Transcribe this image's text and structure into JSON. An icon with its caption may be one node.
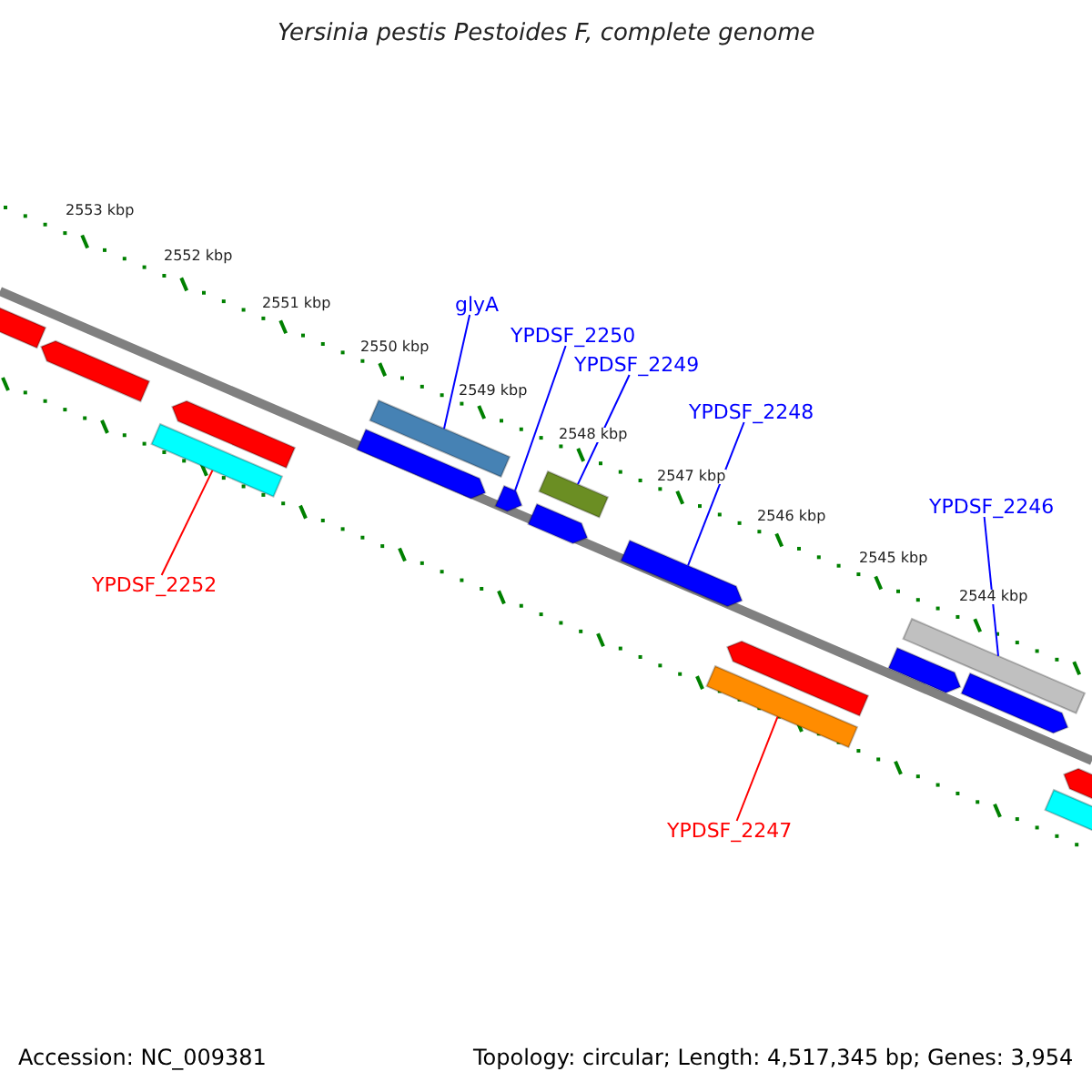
{
  "diagram": {
    "title": "Yersinia pestis Pestoides F, complete genome",
    "nodes": [
      {
        "text": [
          "glyA"
        ]
      },
      {
        "text": [
          "YPDSF_2250"
        ]
      },
      {
        "text": [
          "YPDSF_2249"
        ]
      },
      {
        "text": [
          "YPDSF_2248"
        ]
      },
      {
        "text": [
          "YPDSF_2246"
        ]
      },
      {
        "text": [
          "YPDSF_2252"
        ]
      },
      {
        "text": [
          "YPDSF_2247"
        ]
      },
      {
        "text": [],
        "shape": "bar"
      },
      {
        "text": [],
        "shape": "bar"
      },
      {
        "text": [],
        "shape": "bar"
      },
      {
        "text": [],
        "shape": "bar"
      },
      {
        "text": [],
        "shape": "bar"
      },
      {
        "text": [],
        "shape": "bar"
      },
      {
        "text": [],
        "shape": "bar"
      },
      {
        "text": [],
        "shape": "bar"
      },
      {
        "text": [],
        "shape": "bar"
      },
      {
        "text": [],
        "shape": "bar"
      },
      {
        "text": [],
        "shape": "bar"
      },
      {
        "text": [],
        "shape": "bar"
      },
      {
        "text": [],
        "shape": "bar"
      },
      {
        "text": [],
        "shape": "bar"
      },
      {
        "text": [],
        "shape": "bar"
      },
      {
        "text": [],
        "shape": "bar"
      },
      {
        "text": [],
        "shape": "bar"
      }
    ],
    "edges": [
      {
        "from": 0,
        "to": 12,
        "arrow": "none"
      },
      {
        "from": 1,
        "to": 13,
        "arrow": "none"
      },
      {
        "from": 2,
        "to": 15,
        "arrow": "none"
      },
      {
        "from": 3,
        "to": 16,
        "arrow": "none"
      },
      {
        "from": 4,
        "to": 20,
        "arrow": "none"
      },
      {
        "from": 5,
        "to": 9,
        "arrow": "none",
        "color": "#ff0000"
      },
      {
        "from": 6,
        "to": 17,
        "arrow": "none",
        "color": "#ff0000"
      }
    ],
    "labels": [
      "2553 kbp",
      "2552 kbp",
      "2551 kbp",
      "2550 kbp",
      "2549 kbp",
      "2548 kbp",
      "2547 kbp",
      "2546 kbp",
      "2545 kbp",
      "2544 kbp",
      "Accession: NC_009381",
      "Topology: circular; Length: 4,517,345 bp; Genes: 3,954"
    ]
  }
}
